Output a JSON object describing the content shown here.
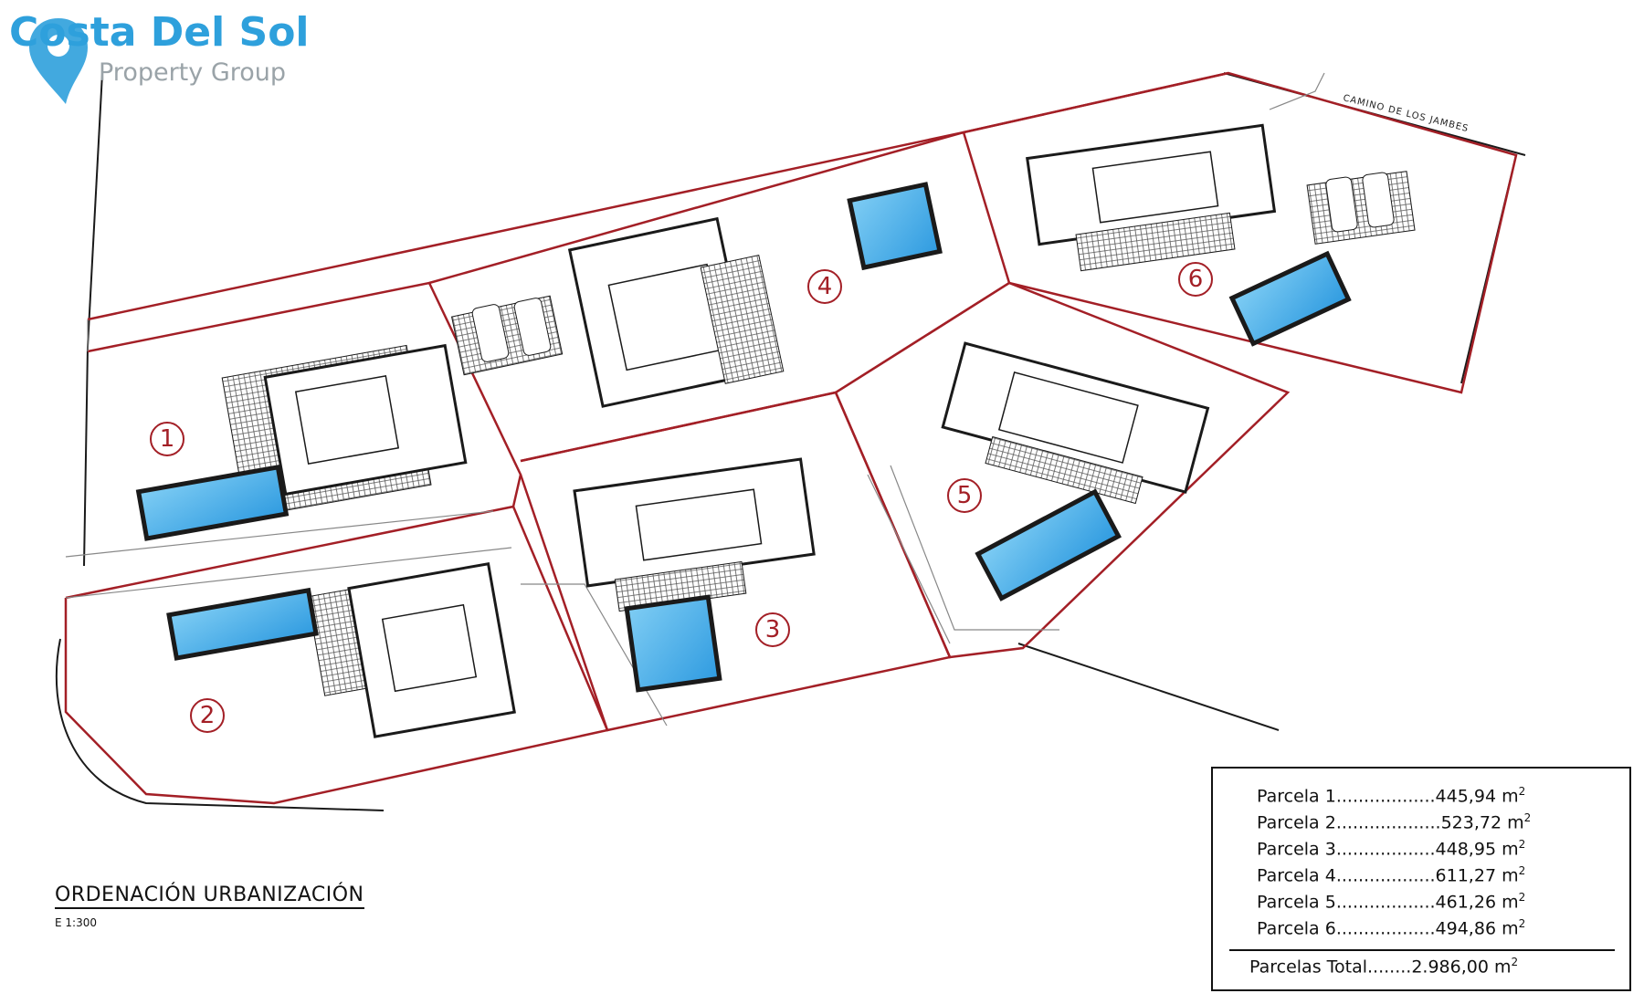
{
  "logo": {
    "title": "Costa Del Sol",
    "subtitle": "Property Group",
    "icon": "map-pin-icon",
    "colors": {
      "title": "#2ea0dc",
      "subtitle": "#9aa3a8"
    }
  },
  "street_label": "CAMINO DE LOS JAMBES",
  "plots": [
    {
      "number": "1"
    },
    {
      "number": "2"
    },
    {
      "number": "3"
    },
    {
      "number": "4"
    },
    {
      "number": "5"
    },
    {
      "number": "6"
    }
  ],
  "drawing": {
    "title": "ORDENACIÓN URBANIZACIÓN",
    "scale": "E 1:300"
  },
  "areas": {
    "rows": [
      {
        "label": "Parcela 1",
        "dots": "..................",
        "value": "445,94 m",
        "unit_sup": "2"
      },
      {
        "label": "Parcela 2",
        "dots": "...................",
        "value": "523,72 m",
        "unit_sup": "2"
      },
      {
        "label": "Parcela 3",
        "dots": "..................",
        "value": "448,95 m",
        "unit_sup": "2"
      },
      {
        "label": "Parcela 4",
        "dots": "..................",
        "value": "611,27 m",
        "unit_sup": "2"
      },
      {
        "label": "Parcela 5",
        "dots": "..................",
        "value": "461,26 m",
        "unit_sup": "2"
      },
      {
        "label": "Parcela 6",
        "dots": "..................",
        "value": "494,86 m",
        "unit_sup": "2"
      }
    ],
    "total": {
      "label": "Parcelas Total",
      "dots": "........",
      "value": "2.986,00 m",
      "unit_sup": "2"
    }
  },
  "colors": {
    "plot_boundary": "#a31f26",
    "pool_fill": "#3aa7e6",
    "pool_edge": "#1a1a1a",
    "linework": "#1a1a1a"
  }
}
